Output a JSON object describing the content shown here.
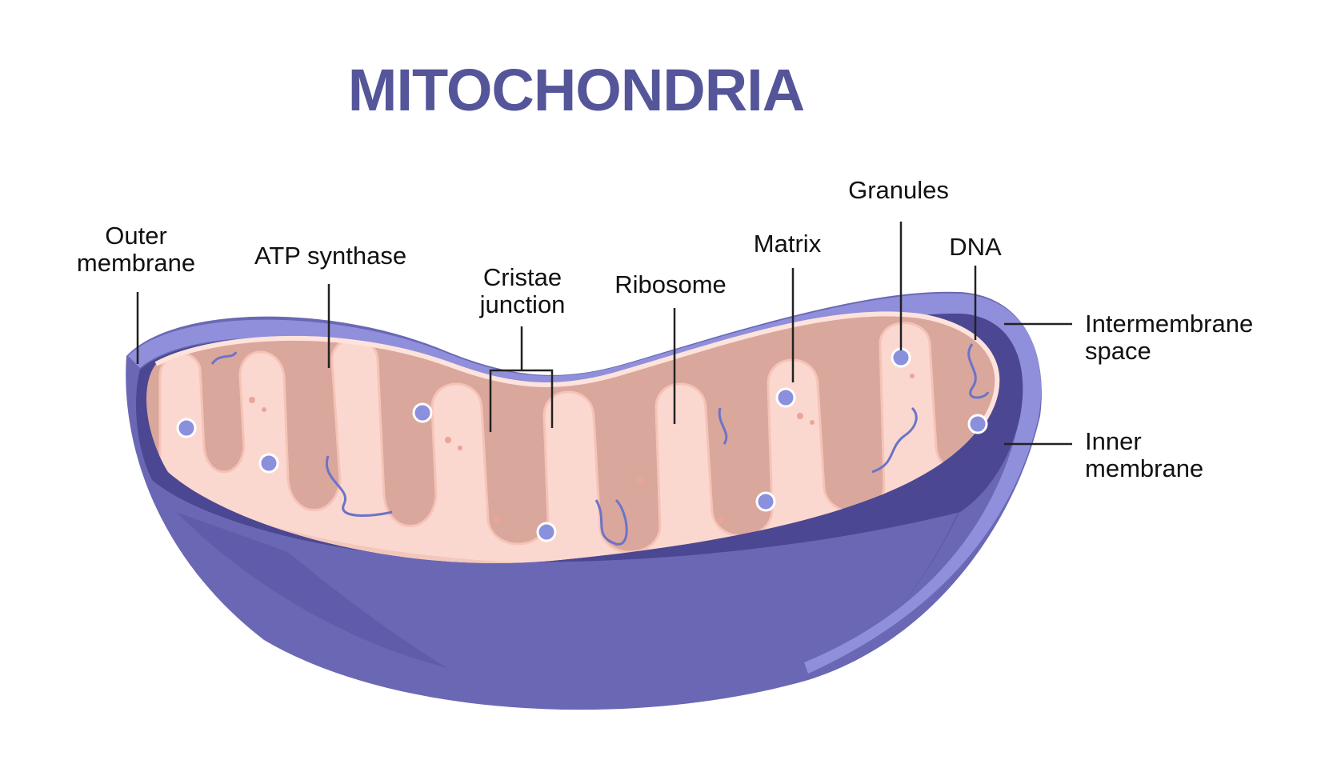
{
  "title": "MITOCHONDRIA",
  "colors": {
    "title": "#55559a",
    "outer_membrane_dark": "#6a68b4",
    "outer_membrane_rim": "#8f8fdb",
    "intermembrane_space": "#4b4792",
    "matrix_fill": "#fbd8cf",
    "cristae_shadow": "#d9a79c",
    "ribosome": "#8a90dc",
    "dna": "#6b73c9",
    "leader_line": "#222222"
  },
  "labels": {
    "outer_membrane": [
      "Outer",
      "membrane"
    ],
    "atp_synthase": [
      "ATP synthase"
    ],
    "cristae_junction": [
      "Cristae",
      "junction"
    ],
    "ribosome": [
      "Ribosome"
    ],
    "matrix": [
      "Matrix"
    ],
    "granules": [
      "Granules"
    ],
    "dna": [
      "DNA"
    ],
    "intermembrane_space": [
      "Intermembrane",
      "space"
    ],
    "inner_membrane": [
      "Inner",
      "membrane"
    ]
  }
}
